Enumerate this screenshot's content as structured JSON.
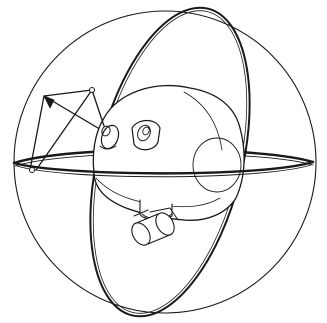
{
  "scene": {
    "background_color": "#ffffff",
    "line_color": "#1a1a1a",
    "fill_color": "#ffffff",
    "text_labels": [],
    "components": [
      {
        "name": "outer-sphere",
        "shape": "circle"
      },
      {
        "name": "equatorial-ring",
        "shape": "ellipse"
      },
      {
        "name": "meridian-ring",
        "shape": "ellipse"
      },
      {
        "name": "robot-head",
        "shape": "rounded body"
      },
      {
        "name": "head-side-face",
        "shape": "ellipse"
      },
      {
        "name": "eye-sockets",
        "shape": "cylinders"
      },
      {
        "name": "neck-joint",
        "shape": "cylinder"
      },
      {
        "name": "arm-linkage",
        "shape": "rods with arrowhead"
      }
    ]
  }
}
